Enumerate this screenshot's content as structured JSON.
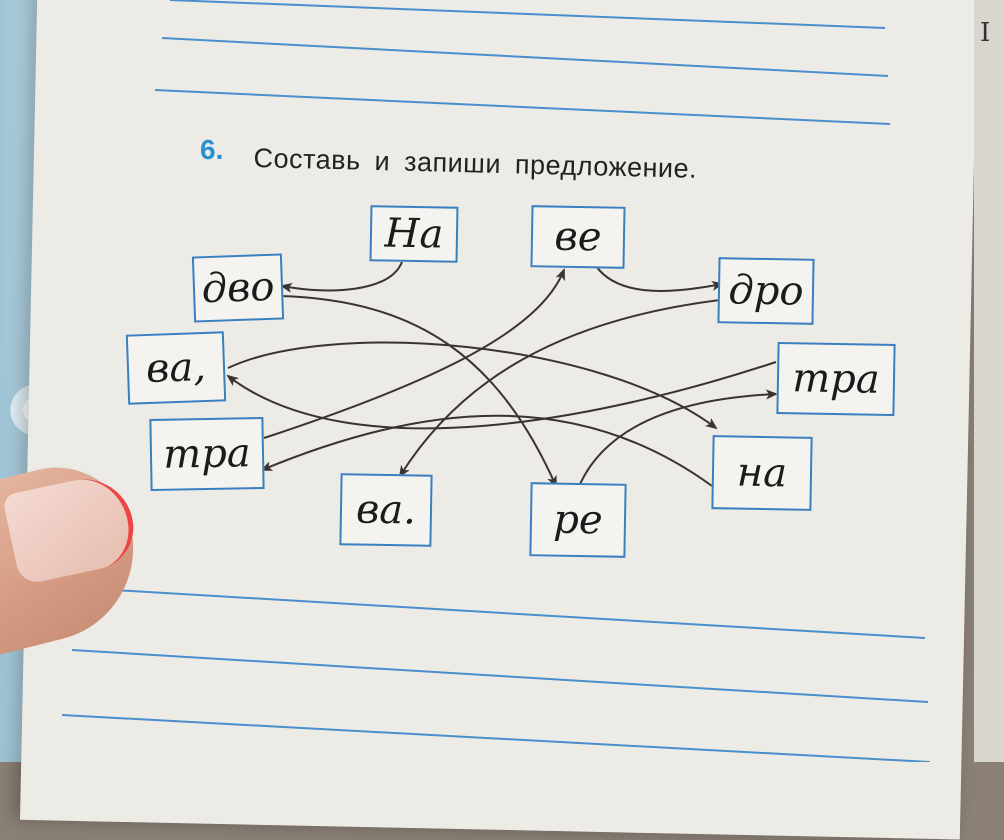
{
  "task": {
    "number": "6.",
    "text": "Составь и запиши предложение."
  },
  "syllables": {
    "na_cap": "На",
    "ve": "ве",
    "dvo": "дво",
    "dro": "дро",
    "va_comma": "ва,",
    "tra_right": "тра",
    "tra_left": "тра",
    "na": "на",
    "va_dot": "ва.",
    "re": "ре"
  },
  "colors": {
    "ruling": "#4a8fcc",
    "box_border": "#3a7fc0",
    "task_number": "#2a8fd2",
    "arrow": "#3b3330"
  }
}
